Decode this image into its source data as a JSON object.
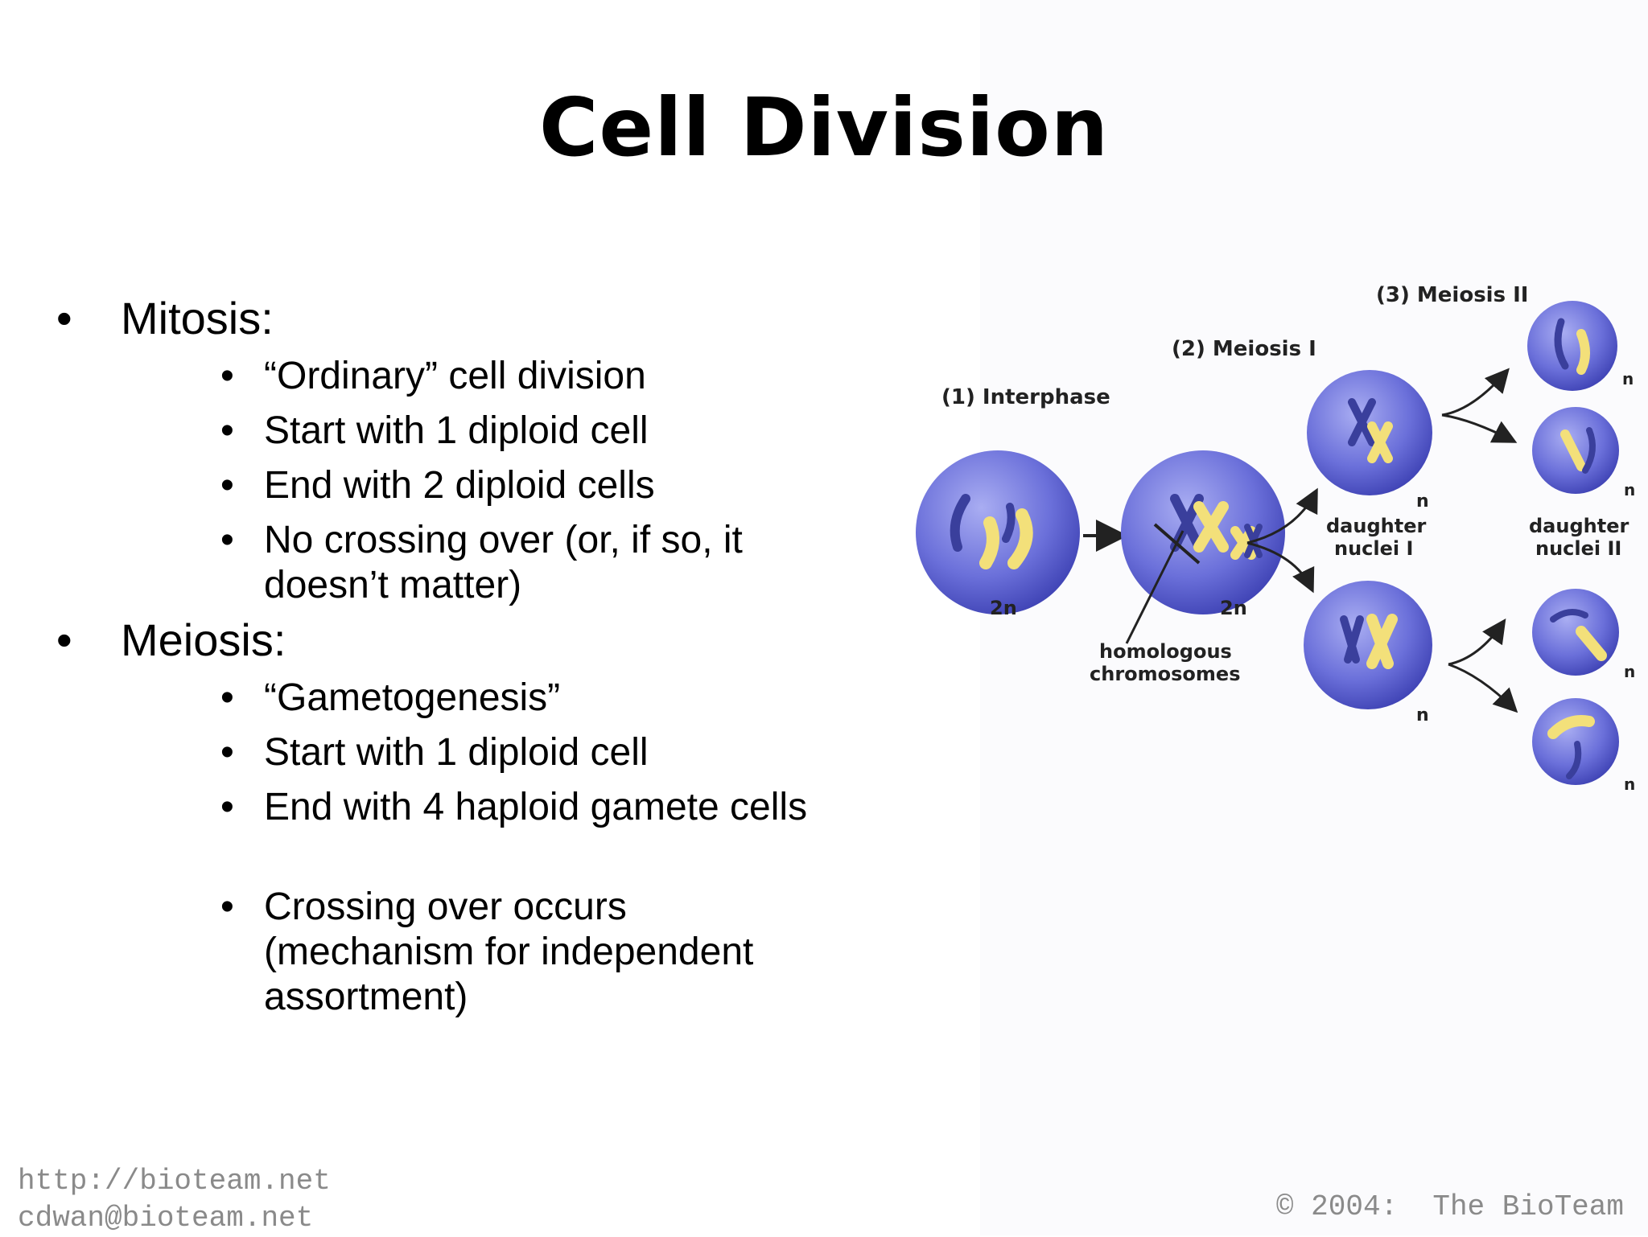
{
  "title": "Cell Division",
  "sections": [
    {
      "heading": "Mitosis:",
      "items": [
        "“Ordinary” cell division",
        "Start with 1 diploid cell",
        "End with 2 diploid cells",
        "No crossing over (or, if so, it doesn’t matter)"
      ]
    },
    {
      "heading": "Meiosis:",
      "items": [
        "“Gametogenesis”",
        "Start with 1 diploid cell",
        "End with 4 haploid gamete cells",
        "Crossing over occurs (mechanism for independent assortment)"
      ]
    }
  ],
  "diagram": {
    "stage1": "(1) Interphase",
    "stage2": "(2) Meiosis I",
    "stage3": "(3) Meiosis II",
    "ploidy_2n": "2n",
    "ploidy_n": "n",
    "homologous_line1": "homologous",
    "homologous_line2": "chromosomes",
    "daughter1_line1": "daughter",
    "daughter1_line2": "nuclei I",
    "daughter2_line1": "daughter",
    "daughter2_line2": "nuclei II"
  },
  "footer": {
    "url": "http://bioteam.net",
    "email": "cdwan@bioteam.net",
    "copyright": "© 2004:  The BioTeam"
  },
  "colors": {
    "cell_fill": "#5a5fd0",
    "chromosome": "#f3e07a",
    "footer_text": "#8a8a8a"
  }
}
